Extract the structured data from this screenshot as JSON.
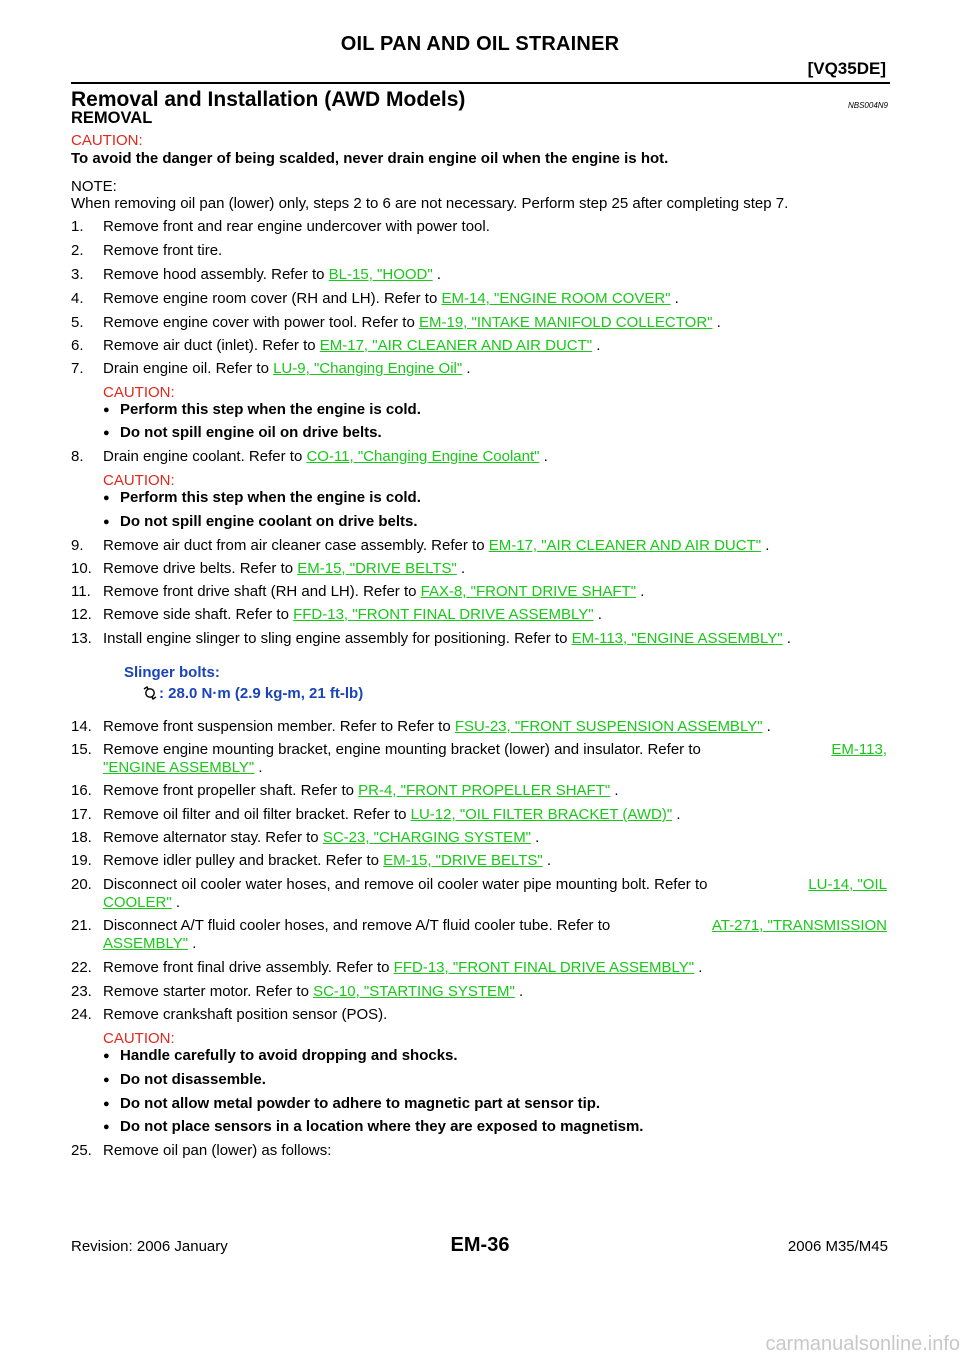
{
  "header": {
    "title": "OIL PAN AND OIL STRAINER",
    "model": "[VQ35DE]"
  },
  "section": {
    "title": "Removal and Installation (AWD Models)",
    "code": "NBS004N9",
    "subtitle": "REMOVAL"
  },
  "caution_main": {
    "label": "CAUTION:",
    "text": "To avoid the danger of being scalded, never drain engine oil when the engine is hot."
  },
  "note": {
    "label": "NOTE:",
    "text": "When removing oil pan (lower) only, steps 2 to 6 are not necessary. Perform step 25 after completing step 7."
  },
  "steps": {
    "s1": {
      "n": "1.",
      "text": "Remove front and rear engine undercover with power tool."
    },
    "s2": {
      "n": "2.",
      "text": "Remove front tire."
    },
    "s3": {
      "n": "3.",
      "text": "Remove hood assembly. Refer to ",
      "link": "BL-15, \"HOOD\"",
      "end": " ."
    },
    "s4": {
      "n": "4.",
      "text": "Remove engine room cover (RH and LH). Refer to ",
      "link": "EM-14, \"ENGINE ROOM COVER\"",
      "end": " ."
    },
    "s5": {
      "n": "5.",
      "text": "Remove engine cover with power tool. Refer to ",
      "link": "EM-19, \"INTAKE MANIFOLD COLLECTOR\"",
      "end": " ."
    },
    "s6": {
      "n": "6.",
      "text": "Remove air duct (inlet). Refer to ",
      "link": "EM-17, \"AIR CLEANER AND AIR DUCT\"",
      "end": " ."
    },
    "s7": {
      "n": "7.",
      "text": "Drain engine oil. Refer to ",
      "link": "LU-9, \"Changing Engine Oil\"",
      "end": " ."
    },
    "s7c": {
      "label": "CAUTION:",
      "b1": "Perform this step when the engine is cold.",
      "b2": "Do not spill engine oil on drive belts."
    },
    "s8": {
      "n": "8.",
      "text": "Drain engine coolant. Refer to ",
      "link": "CO-11, \"Changing Engine Coolant\"",
      "end": " ."
    },
    "s8c": {
      "label": "CAUTION:",
      "b1": "Perform this step when the engine is cold.",
      "b2": "Do not spill engine coolant on drive belts."
    },
    "s9": {
      "n": "9.",
      "text": "Remove air duct from air cleaner case assembly. Refer to ",
      "link": "EM-17, \"AIR CLEANER AND AIR DUCT\"",
      "end": " ."
    },
    "s10": {
      "n": "10.",
      "text": "Remove drive belts. Refer to ",
      "link": "EM-15, \"DRIVE BELTS\"",
      "end": " ."
    },
    "s11": {
      "n": "11.",
      "text": "Remove front drive shaft (RH and LH). Refer to ",
      "link": "FAX-8, \"FRONT DRIVE SHAFT\"",
      "end": " ."
    },
    "s12": {
      "n": "12.",
      "text": "Remove side shaft. Refer to ",
      "link": "FFD-13, \"FRONT FINAL DRIVE ASSEMBLY\"",
      "end": " ."
    },
    "s13": {
      "n": "13.",
      "text": "Install engine slinger to sling engine assembly for positioning. Refer to ",
      "link": "EM-113, \"ENGINE ASSEMBLY\"",
      "end": " ."
    },
    "slinger": {
      "label": "Slinger bolts:",
      "torque": ": 28.0 N·m (2.9 kg-m, 21 ft-lb)",
      "icon": "torque-wrench-icon"
    },
    "s14": {
      "n": "14.",
      "text": "Remove front suspension member. Refer to Refer to ",
      "link": "FSU-23, \"FRONT SUSPENSION ASSEMBLY\"",
      "end": " ."
    },
    "s15": {
      "n": "15.",
      "text": "Remove engine mounting bracket, engine mounting bracket (lower) and insulator. Refer to ",
      "link": "EM-113,",
      "link2": "\"ENGINE ASSEMBLY\"",
      "end": " ."
    },
    "s16": {
      "n": "16.",
      "text": "Remove front propeller shaft. Refer to ",
      "link": "PR-4, \"FRONT PROPELLER SHAFT\"",
      "end": " ."
    },
    "s17": {
      "n": "17.",
      "text": "Remove oil filter and oil filter bracket. Refer to ",
      "link": "LU-12, \"OIL FILTER BRACKET (AWD)\"",
      "end": " ."
    },
    "s18": {
      "n": "18.",
      "text": "Remove alternator stay. Refer to ",
      "link": "SC-23, \"CHARGING SYSTEM\"",
      "end": " ."
    },
    "s19": {
      "n": "19.",
      "text": "Remove idler pulley and bracket. Refer to ",
      "link": "EM-15, \"DRIVE BELTS\"",
      "end": " ."
    },
    "s20": {
      "n": "20.",
      "text": "Disconnect oil cooler water hoses, and remove oil cooler water pipe mounting bolt. Refer to ",
      "link": "LU-14, \"OIL",
      "link2": "COOLER\"",
      "end": " ."
    },
    "s21": {
      "n": "21.",
      "text": "Disconnect A/T fluid cooler hoses, and remove A/T fluid cooler tube. Refer to ",
      "link": "AT-271, \"TRANSMISSION",
      "link2": "ASSEMBLY\"",
      "end": " ."
    },
    "s22": {
      "n": "22.",
      "text": "Remove front final drive assembly. Refer to ",
      "link": "FFD-13, \"FRONT FINAL DRIVE ASSEMBLY\"",
      "end": " ."
    },
    "s23": {
      "n": "23.",
      "text": "Remove starter motor. Refer to ",
      "link": "SC-10, \"STARTING SYSTEM\"",
      "end": " ."
    },
    "s24": {
      "n": "24.",
      "text": "Remove crankshaft position sensor (POS)."
    },
    "s24c": {
      "label": "CAUTION:",
      "b1": "Handle carefully to avoid dropping and shocks.",
      "b2": "Do not disassemble.",
      "b3": "Do not allow metal powder to adhere to magnetic part at sensor tip.",
      "b4": "Do not place sensors in a location where they are exposed to magnetism."
    },
    "s25": {
      "n": "25.",
      "text": "Remove oil pan (lower) as follows:"
    }
  },
  "bullet": "●",
  "footer": {
    "revision": "Revision: 2006 January",
    "page": "EM-36",
    "model": "2006 M35/M45"
  },
  "watermark": "carmanualsonline.info",
  "colors": {
    "caution": "#e0281e",
    "link": "#19c819",
    "torque": "#1a44b8"
  }
}
